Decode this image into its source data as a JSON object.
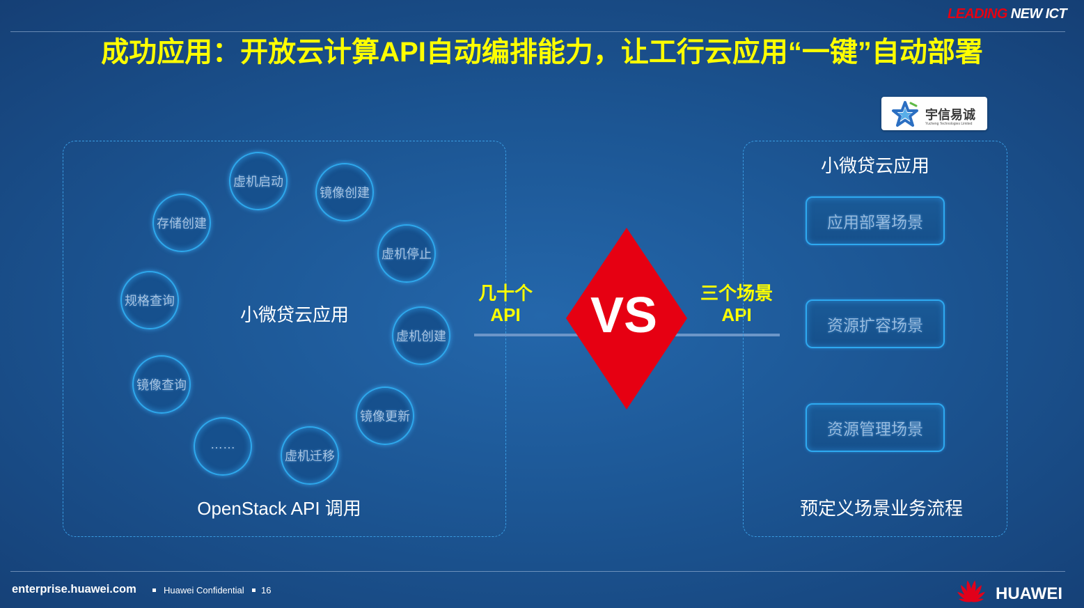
{
  "header": {
    "brand_leading": "LEADING",
    "brand_rest": "NEW ICT",
    "title": "成功应用：开放云计算API自动编排能力，让工行云应用“一键”自动部署"
  },
  "partner_logo": {
    "icon": "yucheng-logo-icon",
    "name": "宇信易诚",
    "subtitle": "Yucheng Technologies Limited"
  },
  "left_panel": {
    "center_label": "小微贷云应用",
    "caption": "OpenStack API 调用",
    "api_nodes": [
      {
        "label": "虚机启动"
      },
      {
        "label": "镜像创建"
      },
      {
        "label": "存储创建"
      },
      {
        "label": "虚机停止"
      },
      {
        "label": "规格查询"
      },
      {
        "label": "虚机创建"
      },
      {
        "label": "镜像查询"
      },
      {
        "label": "镜像更新"
      },
      {
        "label": "……"
      },
      {
        "label": "虚机迁移"
      }
    ]
  },
  "comparison": {
    "left_count": "几十个",
    "left_unit": "API",
    "vs_label": "VS",
    "right_count": "三个场景",
    "right_unit": "API"
  },
  "right_panel": {
    "title": "小微贷云应用",
    "scenarios": [
      {
        "label": "应用部署场景"
      },
      {
        "label": "资源扩容场景"
      },
      {
        "label": "资源管理场景"
      }
    ],
    "caption": "预定义场景业务流程"
  },
  "footer": {
    "site": "enterprise.huawei.com",
    "confidentiality": "Huawei Confidential",
    "page_number": "16",
    "company_logo_icon": "huawei-logo-icon",
    "company_name": "HUAWEI"
  },
  "colors": {
    "title": "#ffff00",
    "brand_red": "#e60012",
    "vs_diamond": "#e60012",
    "node_border": "#2ea8ec",
    "background": "#1c5694"
  }
}
